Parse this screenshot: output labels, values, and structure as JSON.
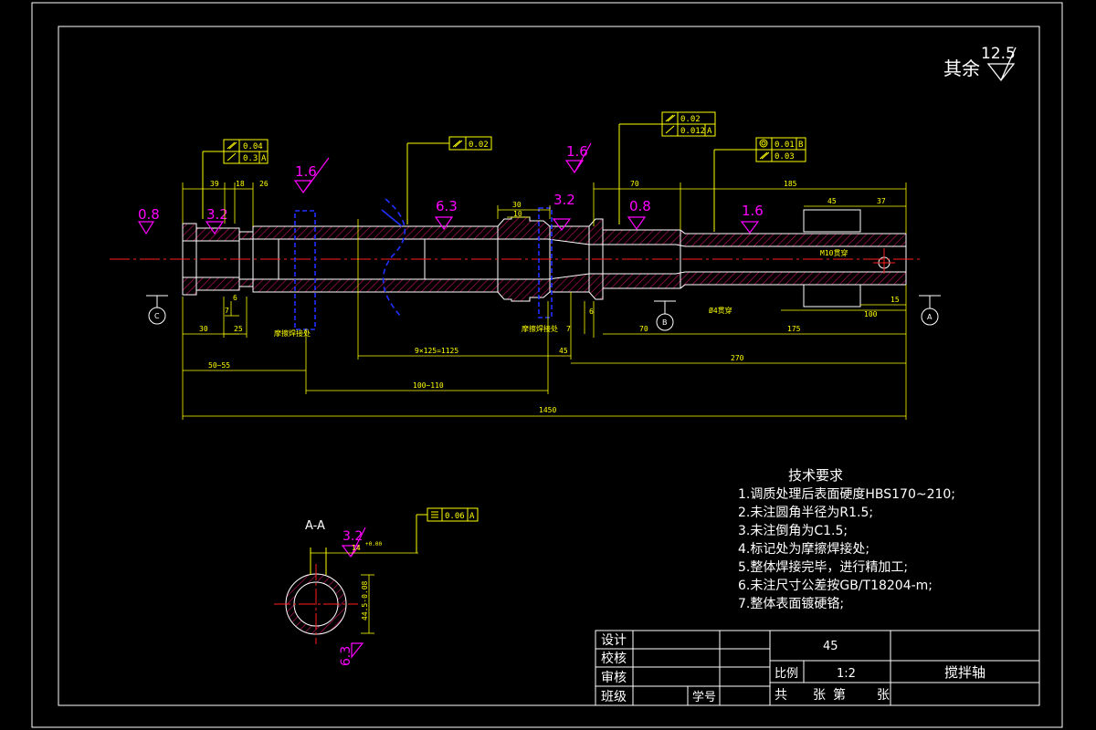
{
  "colors": {
    "background": "#000000",
    "outline": "#ffffff",
    "hatch": "#b0105a",
    "centerline": "#ff2020",
    "dimension": "#ffff00",
    "roughness": "#ff00ff",
    "weld": "#2030ff",
    "tolerance_frame": "#ffff00"
  },
  "surface_finish_default": {
    "prefix": "其余",
    "value": "12.5"
  },
  "roughness_marks": [
    "0.8",
    "3.2",
    "1.6",
    "6.3",
    "3.2",
    "1.6",
    "0.8",
    "1.6"
  ],
  "tolerance_frames": {
    "left": [
      "0.04",
      "0.3"
    ],
    "left_datum": "A",
    "middle": "0.02",
    "right_upper": [
      "0.02",
      "0.012"
    ],
    "right_upper_datum": "A",
    "right_lower": [
      "0.01",
      "0.03"
    ],
    "right_lower_datum": "B",
    "section": "0.06",
    "section_datum": "A"
  },
  "dimensions": {
    "d39": "39",
    "d18": "18",
    "d26": "26",
    "d30": "30",
    "d10": "10",
    "d70": "70",
    "d185": "185",
    "d45": "45",
    "d37": "37",
    "d15": "15",
    "d100": "100",
    "b30": "30",
    "b25": "25",
    "b7": "7",
    "b45": "45",
    "b7r": "7",
    "b70": "70",
    "b175": "175",
    "pitch": "9×125=1125",
    "d270": "270",
    "d50_55": "50~55",
    "d100_110": "100~110",
    "total": "1450",
    "d6a": "6",
    "d6b": "6",
    "thread": "M10贯穿",
    "hole": "Ø4贯穿",
    "weld_left": "摩擦焊接处",
    "weld_mid": "摩擦焊接处"
  },
  "datums": {
    "c": "C",
    "b": "B",
    "a": "A"
  },
  "section": {
    "title": "A-A",
    "roughness_top": "3.2",
    "roughness_side": "6.3",
    "dim_top": "14",
    "dim_top_tol": "+0.00",
    "dim_side": "44.5-0.08"
  },
  "requirements": {
    "title": "技术要求",
    "items": [
      "1.调质处理后表面硬度HBS170~210;",
      "2.未注圆角半径为R1.5;",
      "3.未注倒角为C1.5;",
      "4.标记处为摩擦焊接处;",
      "5.整体焊接完毕，进行精加工;",
      "6.未注尺寸公差按GB/T18204-m;",
      "7.整体表面镀硬铬;"
    ]
  },
  "title_block": {
    "design": "设计",
    "check": "校核",
    "review": "审核",
    "class": "班级",
    "student_no": "学号",
    "material": "45",
    "scale_label": "比例",
    "scale_value": "1:2",
    "part_name": "搅拌轴",
    "sheet_total": "共",
    "sheet_zhang": "张",
    "sheet_di": "第",
    "sheet_zhang2": "张"
  }
}
